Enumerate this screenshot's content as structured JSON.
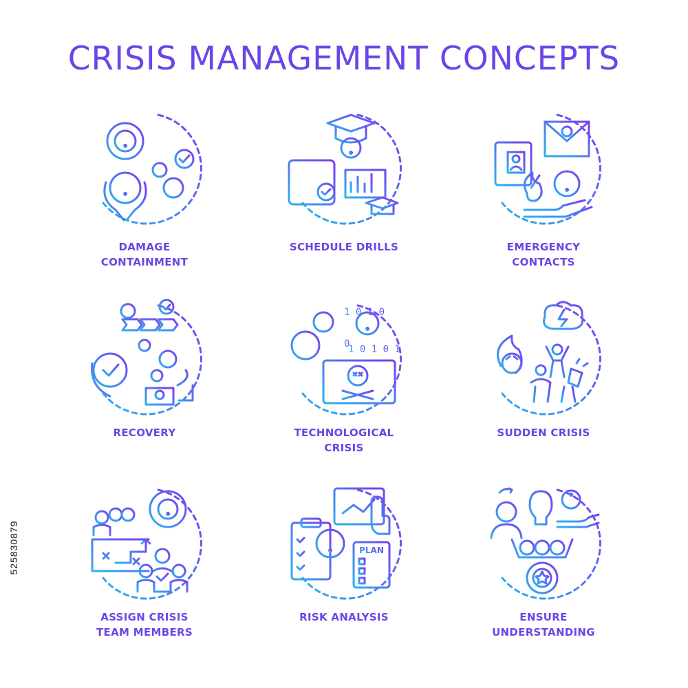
{
  "title": "CRISIS MANAGEMENT CONCEPTS",
  "stock_id": "525830879",
  "colors": {
    "gradient_start": "#2bb3ef",
    "gradient_end": "#7a3cf0",
    "label": "#6b45e6"
  },
  "items": [
    {
      "icon": "damage-containment-icon",
      "label_lines": [
        "DAMAGE",
        "CONTAINMENT"
      ]
    },
    {
      "icon": "schedule-drills-icon",
      "label_lines": [
        "SCHEDULE DRILLS"
      ]
    },
    {
      "icon": "emergency-contacts-icon",
      "label_lines": [
        "EMERGENCY",
        "CONTACTS"
      ]
    },
    {
      "icon": "recovery-icon",
      "label_lines": [
        "RECOVERY"
      ]
    },
    {
      "icon": "technological-crisis-icon",
      "label_lines": [
        "TECHNOLOGICAL",
        "CRISIS"
      ]
    },
    {
      "icon": "sudden-crisis-icon",
      "label_lines": [
        "SUDDEN CRISIS"
      ]
    },
    {
      "icon": "assign-team-icon",
      "label_lines": [
        "ASSIGN CRISIS",
        "TEAM MEMBERS"
      ]
    },
    {
      "icon": "risk-analysis-icon",
      "label_lines": [
        "RISK ANALYSIS"
      ]
    },
    {
      "icon": "ensure-understanding-icon",
      "label_lines": [
        "ENSURE",
        "UNDERSTANDING"
      ]
    }
  ]
}
